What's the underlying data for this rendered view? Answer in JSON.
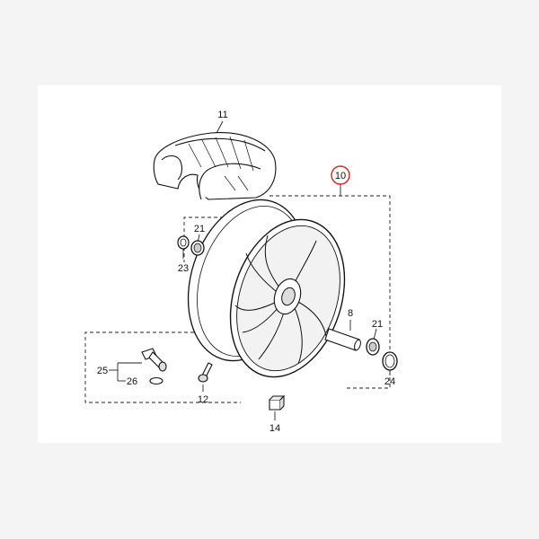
{
  "callouts": {
    "tire": "11",
    "wheel": "10",
    "bearing_left": "21",
    "seal_left": "23",
    "axle_collar": "8",
    "bearing_right": "21",
    "seal_right": "24",
    "valve_assembly": "25",
    "valve_oring": "26",
    "valve_stem": "12",
    "balance_weight": "14"
  },
  "colors": {
    "highlight_circle": "#d22222",
    "line": "#111111",
    "background": "#ffffff"
  }
}
